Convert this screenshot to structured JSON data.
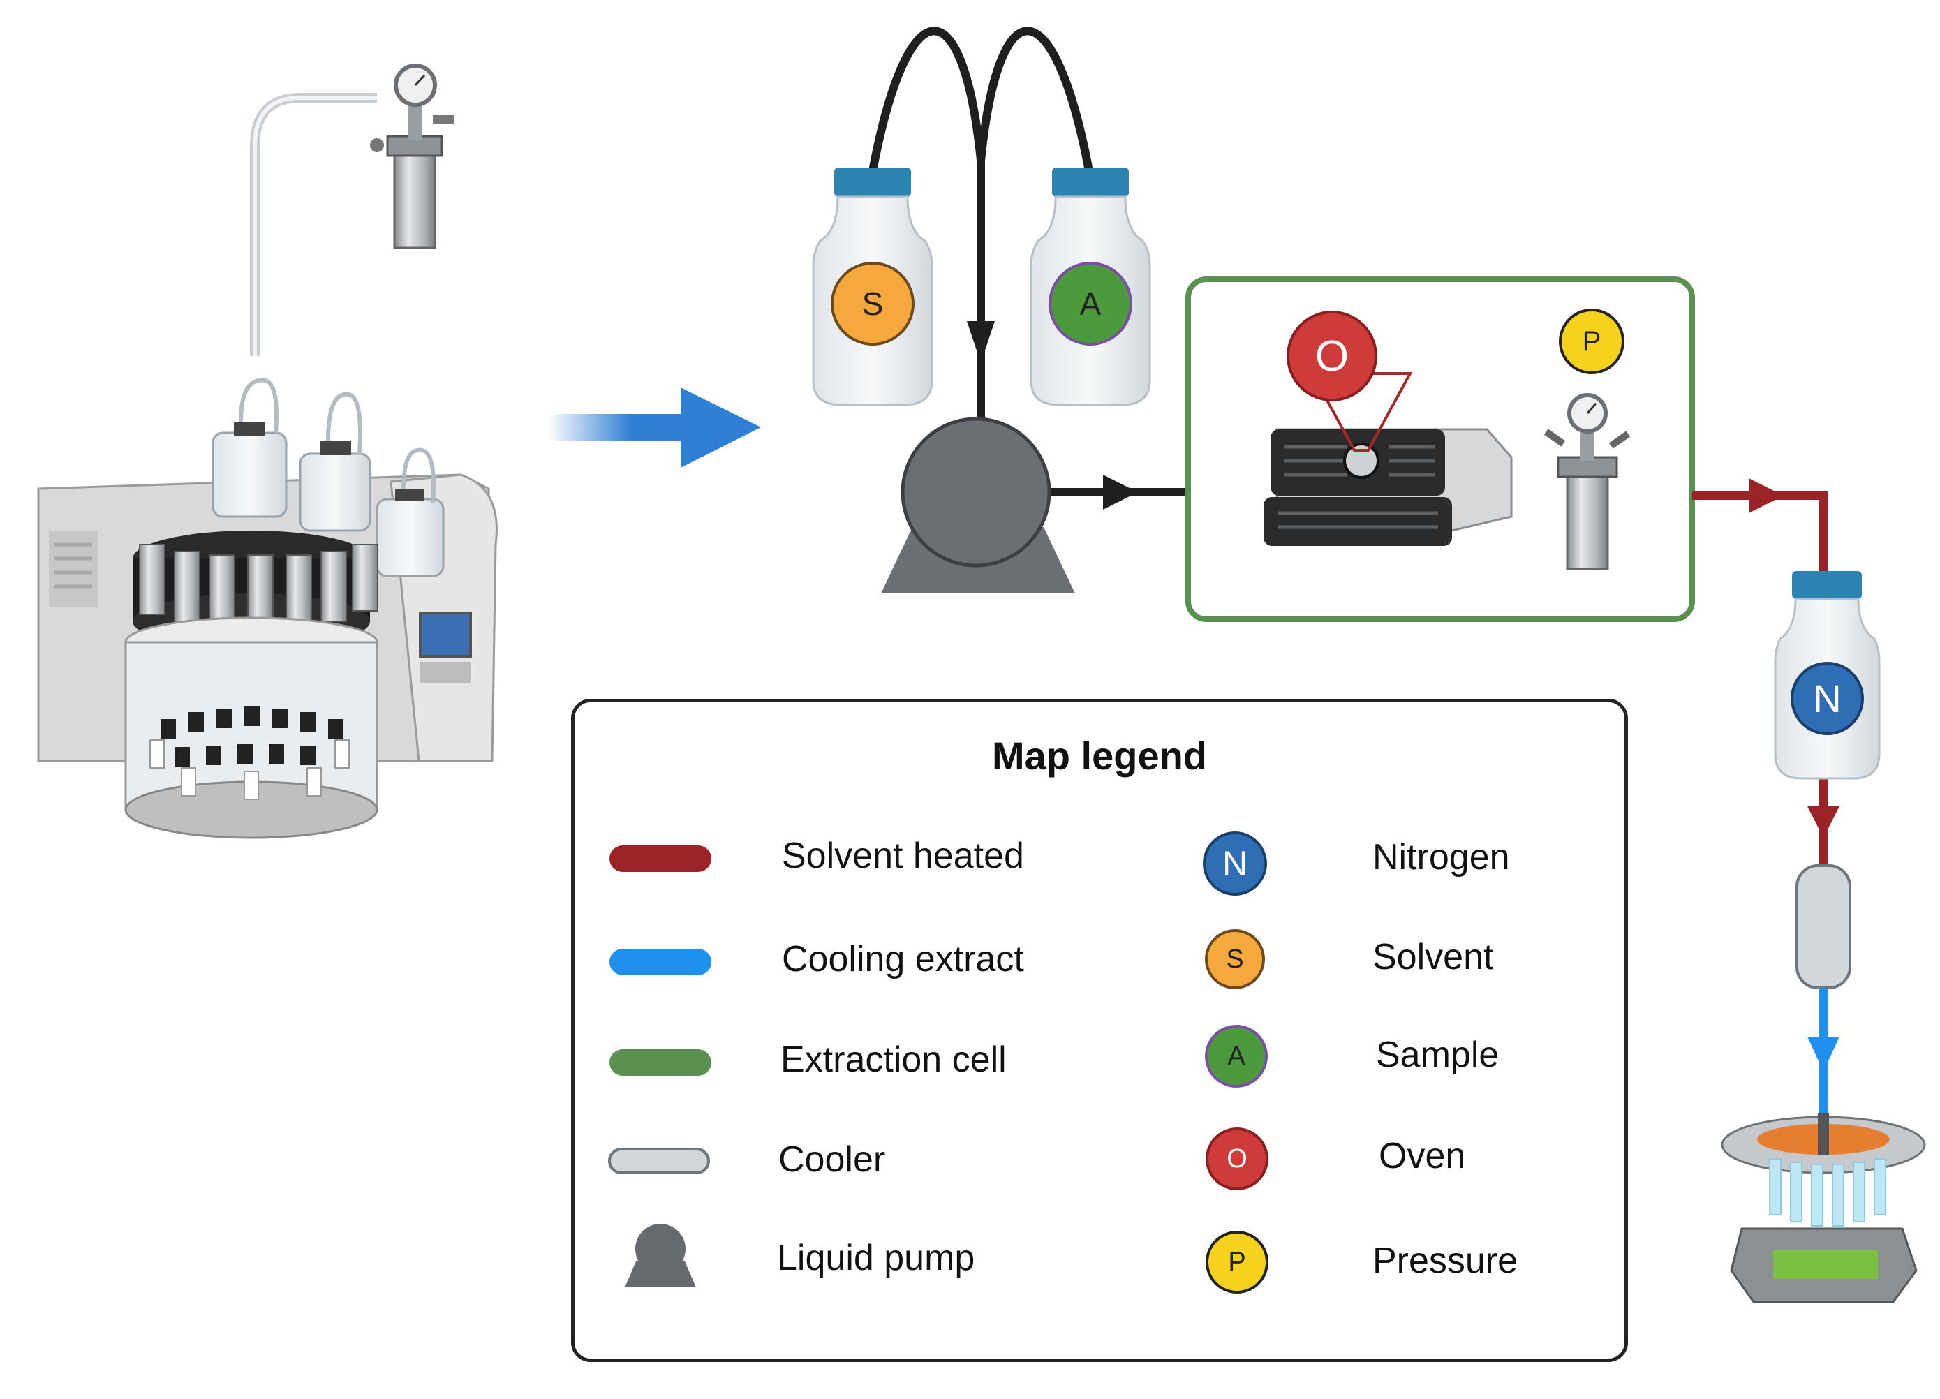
{
  "legend": {
    "title": "Map legend",
    "lines": [
      {
        "label": "Solvent heated",
        "color": "#9b2226"
      },
      {
        "label": "Cooling extract",
        "color": "#1e90ee"
      },
      {
        "label": "Extraction cell",
        "color": "#5a9150"
      },
      {
        "label": "Cooler",
        "color": "#d2d7dc"
      },
      {
        "label": "Liquid pump",
        "color": "#666a6e"
      }
    ],
    "markers": [
      {
        "letter": "N",
        "label": "Nitrogen",
        "color": "#2f6eb5"
      },
      {
        "letter": "S",
        "label": "Solvent",
        "color": "#f5a83c"
      },
      {
        "letter": "A",
        "label": "Sample",
        "color": "#4c9a3c"
      },
      {
        "letter": "O",
        "label": "Oven",
        "color": "#cf3b3b"
      },
      {
        "letter": "P",
        "label": "Pressure",
        "color": "#f7d21c"
      }
    ]
  },
  "diagram": {
    "solvent_badge": "S",
    "sample_badge": "A",
    "oven_badge": "O",
    "pressure_badge": "P",
    "nitrogen_badge": "N"
  }
}
